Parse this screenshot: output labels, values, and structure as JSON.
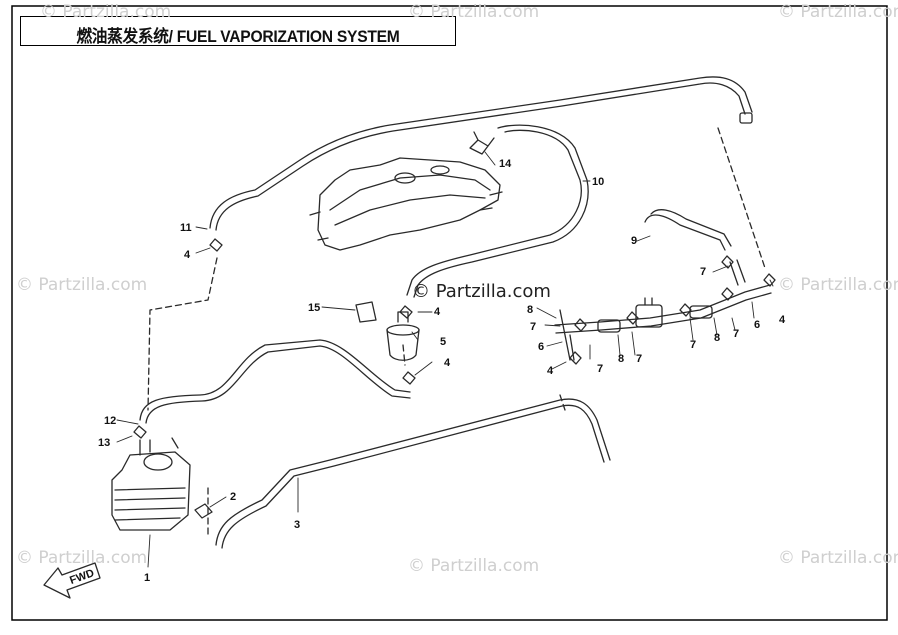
{
  "title": "燃油蒸发系统/ FUEL VAPORIZATION SYSTEM",
  "watermark": "© Partzilla.com",
  "brand": "© Partzilla.com",
  "fwd_label": "FWD",
  "callouts": {
    "c1": "1",
    "c2": "2",
    "c3": "3",
    "c4a": "4",
    "c4b": "4",
    "c4c": "4",
    "c4d": "4",
    "c4e": "4",
    "c5": "5",
    "c6a": "6",
    "c6b": "6",
    "c7a": "7",
    "c7b": "7",
    "c7c": "7",
    "c7d": "7",
    "c7e": "7",
    "c7f": "7",
    "c8a": "8",
    "c8b": "8",
    "c8c": "8",
    "c9": "9",
    "c10": "10",
    "c11": "11",
    "c12": "12",
    "c13": "13",
    "c14": "14",
    "c15": "15"
  },
  "colors": {
    "line": "#2a2a2a",
    "watermark": "#cfcfcf",
    "frame": "#000000"
  }
}
